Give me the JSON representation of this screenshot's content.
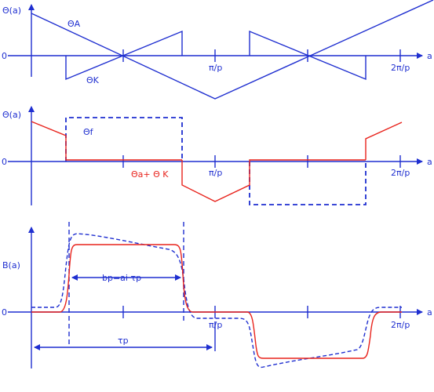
{
  "colors": {
    "axis": "#1f2fd0",
    "red": "#e8231c",
    "blue": "#1f2fd0"
  },
  "panel1": {
    "ylabel": "Θ(a)",
    "xlabel": "a",
    "origin": "0",
    "tick_pi": "π/p",
    "tick_2pi": "2π/p",
    "label_A": "ΘA",
    "label_K": "ΘK"
  },
  "panel2": {
    "ylabel": "Θ(a)",
    "xlabel": "a",
    "origin": "0",
    "tick_pi": "π/p",
    "tick_2pi": "2π/p",
    "label_f": "Θf",
    "label_sum": "Θa+ Θ K"
  },
  "panel3": {
    "ylabel": "B(a)",
    "xlabel": "a",
    "origin": "0",
    "tick_pi": "π/p",
    "tick_2pi": "2π/p",
    "label_bp": "bp=ai τp",
    "label_tau": "τp"
  }
}
